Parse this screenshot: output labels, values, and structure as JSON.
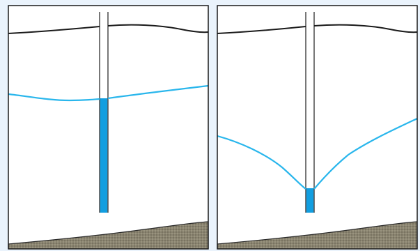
{
  "colors": {
    "page_background": "#eaf3fc",
    "panel_fill": "#ffffff",
    "panel_border": "#1a1a1a",
    "ground_surface_line": "#1a1a1a",
    "water_table_line": "#29b6ec",
    "well_water": "#129ee0",
    "well_casing": "#555555",
    "bedrock_fill": "#8a8470",
    "bedrock_edge": "#2a2a2a"
  },
  "panels": [
    {
      "name": "well-before-pumping",
      "water_table_shape": "nearly-flat"
    },
    {
      "name": "well-during-pumping",
      "water_table_shape": "cone-of-depression"
    }
  ]
}
